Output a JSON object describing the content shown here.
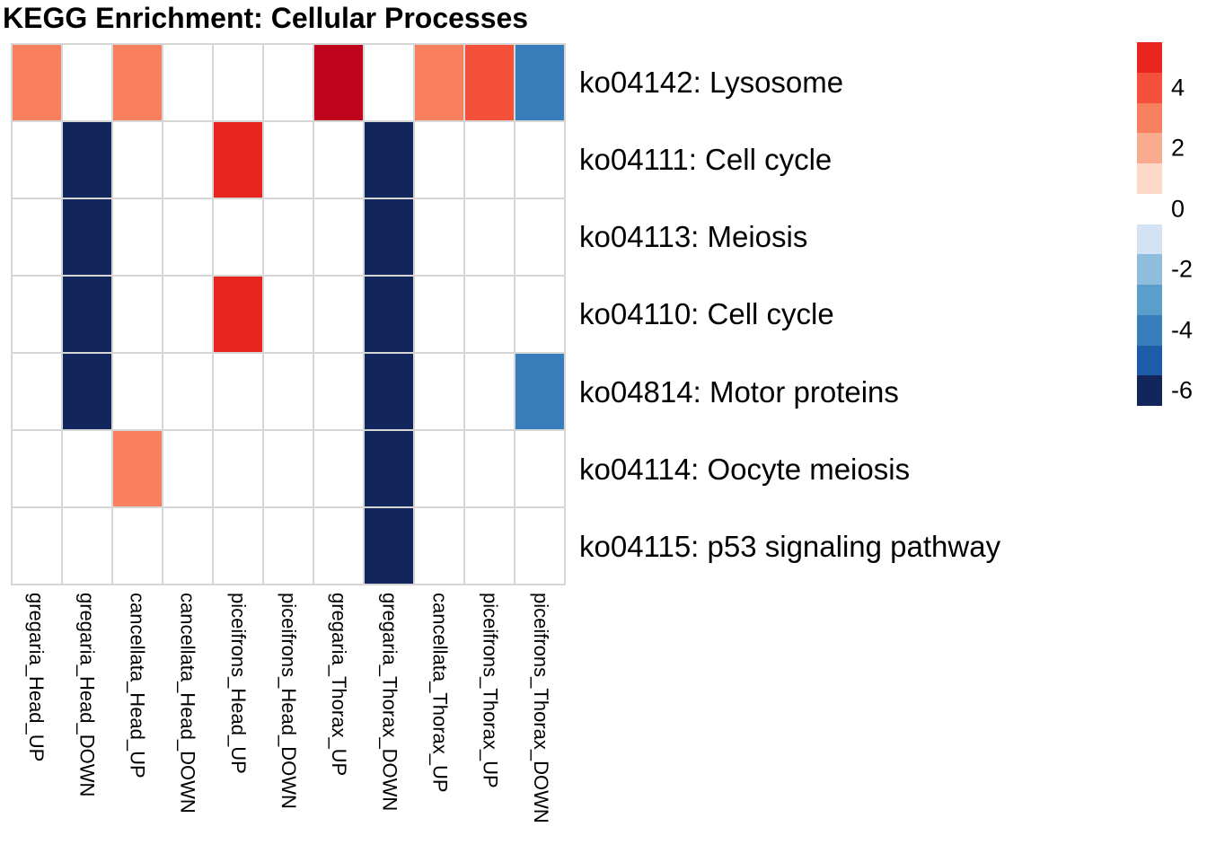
{
  "title": "KEGG Enrichment: Cellular Processes",
  "chart_data": {
    "type": "heatmap",
    "title": "KEGG Enrichment: Cellular Processes",
    "columns": [
      "gregaria_Head_UP",
      "gregaria_Head_DOWN",
      "cancellata_Head_UP",
      "cancellata_Head_DOWN",
      "piceifrons_Head_UP",
      "piceifrons_Head_DOWN",
      "gregaria_Thorax_UP",
      "gregaria_Thorax_DOWN",
      "cancellata_Thorax_UP",
      "piceifrons_Thorax_UP",
      "piceifrons_Thorax_DOWN"
    ],
    "rows": [
      "ko04142: Lysosome",
      "ko04111: Cell cycle",
      "ko04113: Meiosis",
      "ko04110: Cell cycle",
      "ko04814: Motor proteins",
      "ko04114: Oocyte meiosis",
      "ko04115: p53 signaling pathway"
    ],
    "values": [
      [
        3,
        null,
        3,
        null,
        null,
        null,
        6,
        null,
        3,
        4,
        -4
      ],
      [
        null,
        -6,
        null,
        null,
        5,
        null,
        null,
        -6,
        null,
        null,
        null
      ],
      [
        null,
        -6,
        null,
        null,
        null,
        null,
        null,
        -6,
        null,
        null,
        null
      ],
      [
        null,
        -6,
        null,
        null,
        5,
        null,
        null,
        -6,
        null,
        null,
        null
      ],
      [
        null,
        -6,
        null,
        null,
        null,
        null,
        null,
        -6,
        null,
        null,
        -4
      ],
      [
        null,
        null,
        3,
        null,
        null,
        null,
        null,
        -6,
        null,
        null,
        null
      ],
      [
        null,
        null,
        null,
        null,
        null,
        null,
        null,
        -6,
        null,
        null,
        null
      ]
    ],
    "na_color": "#ffffff",
    "grid_line_color": "#d6d6d6",
    "colorscale": {
      "6": "#bf041e",
      "5": "#e8241f",
      "4": "#f5503a",
      "3": "#f8805e",
      "2": "#f9ab90",
      "1": "#fcd9c9",
      "0": "#ffffff",
      "-1": "#d4e3f3",
      "-2": "#8fbedd",
      "-3": "#599fcc",
      "-4": "#377eba",
      "-5": "#1d5ca8",
      "-6": "#12265c"
    },
    "legend": {
      "block_values": [
        5,
        4,
        3,
        2,
        1,
        0,
        -1,
        -2,
        -3,
        -4,
        -5,
        -6
      ],
      "ticks": [
        {
          "label": "4",
          "index": 1
        },
        {
          "label": "2",
          "index": 3
        },
        {
          "label": "0",
          "index": 5
        },
        {
          "label": "-2",
          "index": 7
        },
        {
          "label": "-4",
          "index": 9
        },
        {
          "label": "-6",
          "index": 11
        }
      ]
    },
    "layout_hints": {
      "legend_position": "right",
      "x_tick_rotation": "vertical-top-to-bottom",
      "grid": "on"
    }
  }
}
